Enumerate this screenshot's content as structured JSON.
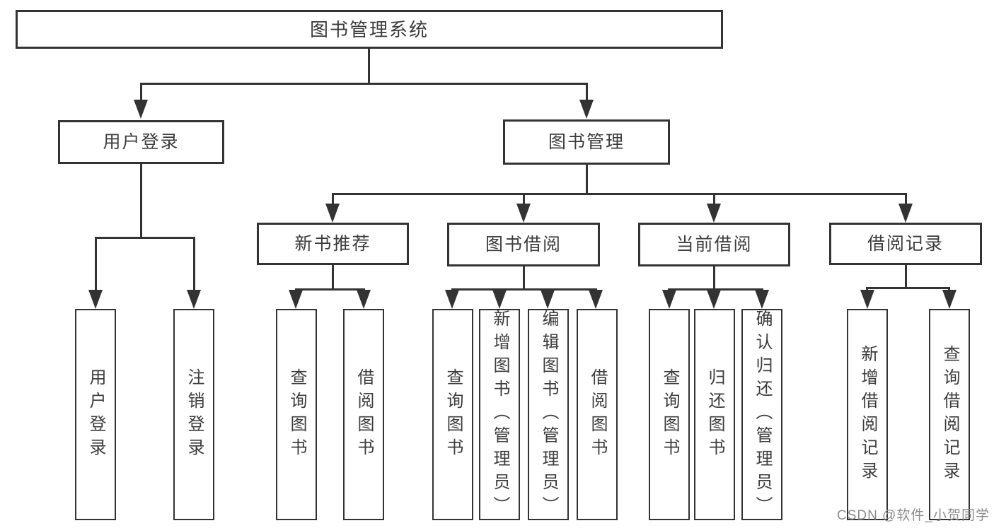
{
  "diagram_title": "图书管理系统",
  "colors": {
    "background": "#ffffff",
    "line": "#333333",
    "text": "#3c3c3c",
    "watermark": "#8c8c8c"
  },
  "nodes": {
    "root": "图书管理系统",
    "level2": {
      "user_login": "用户登录",
      "book_mgmt": "图书管理"
    },
    "level3": {
      "new_books": "新书推荐",
      "book_borrow": "图书借阅",
      "current_borrow": "当前借阅",
      "borrow_records": "借阅记录"
    },
    "leaves": {
      "user_login": "用户登录",
      "logout": "注销登录",
      "nb_query_books": "查询图书",
      "nb_borrow_books": "借阅图书",
      "bw_query_books": "查询图书",
      "bw_add_books": "新增图书（管理员）",
      "bw_edit_books": "编辑图书（管理员）",
      "bw_borrow_books": "借阅图书",
      "cb_query_books": "查询图书",
      "cb_return_books": "归还图书",
      "cb_confirm_return": "确认归还（管理员）",
      "rec_add_record": "新增借阅记录",
      "rec_query_record": "查询借阅记录"
    }
  },
  "watermark": "CSDN @软件_小贺同学"
}
